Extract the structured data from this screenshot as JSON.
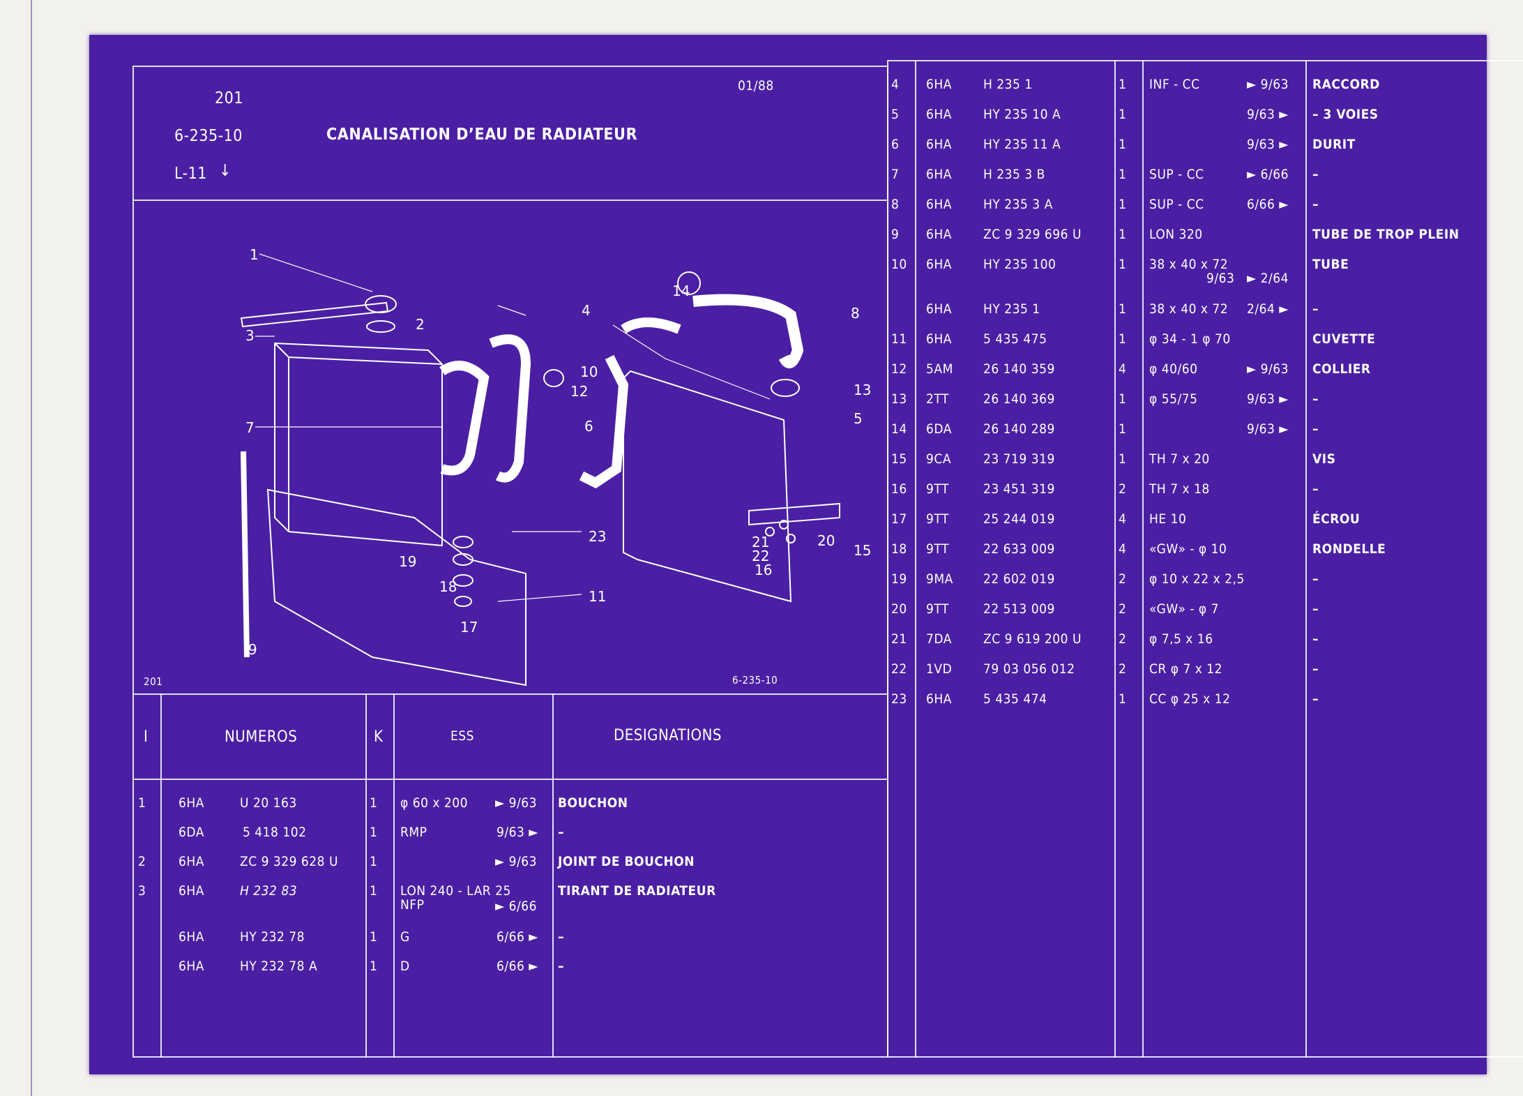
{
  "header": {
    "page": "201",
    "ref": "6-235-10",
    "group": "L-11",
    "group_arrow": "↓",
    "title": "CANALISATION D’EAU DE RADIATEUR",
    "date": "01/88"
  },
  "illustration": {
    "caption_left": "201",
    "caption_right": "6-235-10",
    "callouts": [
      "1",
      "2",
      "3",
      "4",
      "5",
      "6",
      "7",
      "8",
      "9",
      "10",
      "11",
      "12",
      "13",
      "14",
      "15",
      "16",
      "17",
      "18",
      "19",
      "20",
      "21",
      "22",
      "23"
    ]
  },
  "columns": {
    "index": "I",
    "numbers": "NUMEROS",
    "k": "K",
    "ess": "ESS",
    "designations": "DESIGNATIONS"
  },
  "left_rows": [
    {
      "i": "1",
      "pre": "6HA",
      "num": "U 20 163",
      "k": "1",
      "ess": "φ 60 x 200",
      "date": "► 9/63",
      "des": "BOUCHON"
    },
    {
      "i": "",
      "pre": "6DA",
      "num": "5 418 102",
      "k": "1",
      "ess": "RMP",
      "date": "9/63 ►",
      "des": "–"
    },
    {
      "i": "2",
      "pre": "6HA",
      "num": "ZC 9 329 628 U",
      "k": "1",
      "ess": "",
      "date": "► 9/63",
      "des": "JOINT DE BOUCHON"
    },
    {
      "i": "3",
      "pre": "6HA",
      "num": "H 232 83",
      "k": "1",
      "ess": "LON 240 - LAR 25",
      "ess2": "NFP",
      "date": "► 6/66",
      "des": "TIRANT DE RADIATEUR"
    },
    {
      "i": "",
      "pre": "6HA",
      "num": "HY 232 78",
      "k": "1",
      "ess": "G",
      "date": "6/66 ►",
      "des": "–"
    },
    {
      "i": "",
      "pre": "6HA",
      "num": "HY 232 78 A",
      "k": "1",
      "ess": "D",
      "date": "6/66 ►",
      "des": "–"
    }
  ],
  "right_rows": [
    {
      "i": "4",
      "pre": "6HA",
      "num": "H 235 1",
      "k": "1",
      "ess": "INF - CC",
      "date": "► 9/63",
      "des": "RACCORD"
    },
    {
      "i": "5",
      "pre": "6HA",
      "num": "HY 235 10 A",
      "k": "1",
      "ess": "",
      "date": "9/63 ►",
      "des": "– 3 VOIES"
    },
    {
      "i": "6",
      "pre": "6HA",
      "num": "HY 235 11 A",
      "k": "1",
      "ess": "",
      "date": "9/63 ►",
      "des": "DURIT"
    },
    {
      "i": "7",
      "pre": "6HA",
      "num": "H 235 3 B",
      "k": "1",
      "ess": "SUP - CC",
      "date": "► 6/66",
      "des": "–"
    },
    {
      "i": "8",
      "pre": "6HA",
      "num": "HY 235 3 A",
      "k": "1",
      "ess": "SUP - CC",
      "date": "6/66 ►",
      "des": "–"
    },
    {
      "i": "9",
      "pre": "6HA",
      "num": "ZC 9 329 696 U",
      "k": "1",
      "ess": "LON 320",
      "date": "",
      "des": "TUBE DE TROP PLEIN"
    },
    {
      "i": "10",
      "pre": "6HA",
      "num": "HY 235 100",
      "k": "1",
      "ess": "38 x 40 x 72",
      "ess2": "9/63",
      "date": "► 2/64",
      "des": "TUBE"
    },
    {
      "i": "",
      "pre": "6HA",
      "num": "HY 235 1",
      "k": "1",
      "ess": "38 x 40 x 72",
      "date": "2/64 ►",
      "des": "–"
    },
    {
      "i": "11",
      "pre": "6HA",
      "num": "5 435 475",
      "k": "1",
      "ess": "φ 34 - 1 φ 70",
      "date": "",
      "des": "CUVETTE"
    },
    {
      "i": "12",
      "pre": "5AM",
      "num": "26 140 359",
      "k": "4",
      "ess": "φ 40/60",
      "date": "► 9/63",
      "des": "COLLIER"
    },
    {
      "i": "13",
      "pre": "2TT",
      "num": "26 140 369",
      "k": "1",
      "ess": "φ 55/75",
      "date": "9/63 ►",
      "des": "–"
    },
    {
      "i": "14",
      "pre": "6DA",
      "num": "26 140 289",
      "k": "1",
      "ess": "",
      "date": "9/63 ►",
      "des": "–"
    },
    {
      "i": "15",
      "pre": "9CA",
      "num": "23 719 319",
      "k": "1",
      "ess": "TH 7 x 20",
      "date": "",
      "des": "VIS"
    },
    {
      "i": "16",
      "pre": "9TT",
      "num": "23 451 319",
      "k": "2",
      "ess": "TH 7 x 18",
      "date": "",
      "des": "–"
    },
    {
      "i": "17",
      "pre": "9TT",
      "num": "25 244 019",
      "k": "4",
      "ess": "HE 10",
      "date": "",
      "des": "ÉCROU"
    },
    {
      "i": "18",
      "pre": "9TT",
      "num": "22 633 009",
      "k": "4",
      "ess": "«GW» - φ 10",
      "date": "",
      "des": "RONDELLE"
    },
    {
      "i": "19",
      "pre": "9MA",
      "num": "22 602 019",
      "k": "2",
      "ess": "φ 10 x 22 x 2,5",
      "date": "",
      "des": "–"
    },
    {
      "i": "20",
      "pre": "9TT",
      "num": "22 513 009",
      "k": "2",
      "ess": "«GW» - φ 7",
      "date": "",
      "des": "–"
    },
    {
      "i": "21",
      "pre": "7DA",
      "num": "ZC 9 619 200 U",
      "k": "2",
      "ess": "φ 7,5 x 16",
      "date": "",
      "des": "–"
    },
    {
      "i": "22",
      "pre": "1VD",
      "num": "79 03 056 012",
      "k": "2",
      "ess": "CR φ 7 x 12",
      "date": "",
      "des": "–"
    },
    {
      "i": "23",
      "pre": "6HA",
      "num": "5 435 474",
      "k": "1",
      "ess": "CC φ 25 x 12",
      "date": "",
      "des": "–"
    }
  ],
  "colors": {
    "sheet": "#4a1fa3",
    "line": "#ffffff",
    "paper": "#f3f1ee"
  }
}
